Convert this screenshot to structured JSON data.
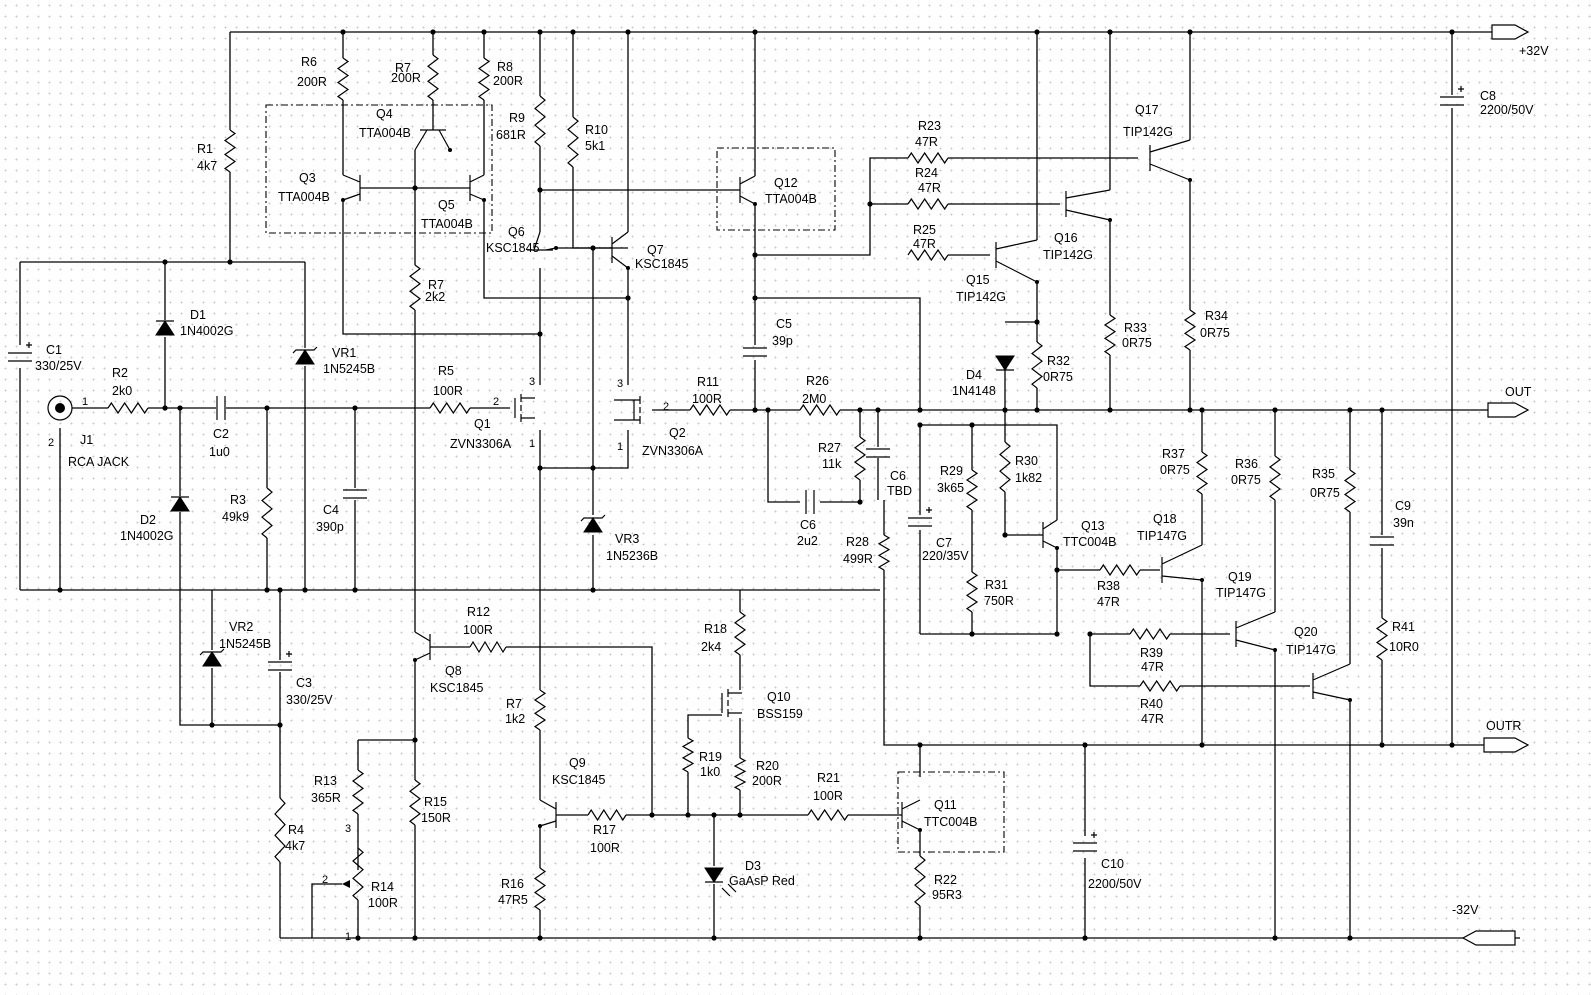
{
  "schematic": {
    "nets": {
      "vplus": "+32V",
      "vminus": "-32V",
      "out": "OUT",
      "outr": "OUTR"
    },
    "components": {
      "J1": {
        "ref": "J1",
        "value": "RCA JACK"
      },
      "R1": {
        "ref": "R1",
        "value": "4k7"
      },
      "R2": {
        "ref": "R2",
        "value": "2k0"
      },
      "R3": {
        "ref": "R3",
        "value": "49k9"
      },
      "R4": {
        "ref": "R4",
        "value": "4k7"
      },
      "R5": {
        "ref": "R5",
        "value": "100R"
      },
      "R6": {
        "ref": "R6",
        "value": "200R"
      },
      "R7a": {
        "ref": "R7",
        "value": "200R"
      },
      "R7b": {
        "ref": "R7",
        "value": "2k2"
      },
      "R7c": {
        "ref": "R7",
        "value": "1k2"
      },
      "R8": {
        "ref": "R8",
        "value": "200R"
      },
      "R9": {
        "ref": "R9",
        "value": "681R"
      },
      "R10": {
        "ref": "R10",
        "value": "5k1"
      },
      "R11": {
        "ref": "R11",
        "value": "100R"
      },
      "R12": {
        "ref": "R12",
        "value": "100R"
      },
      "R13": {
        "ref": "R13",
        "value": "365R"
      },
      "R14": {
        "ref": "R14",
        "value": "100R"
      },
      "R15": {
        "ref": "R15",
        "value": "150R"
      },
      "R16": {
        "ref": "R16",
        "value": "47R5"
      },
      "R17": {
        "ref": "R17",
        "value": "100R"
      },
      "R18": {
        "ref": "R18",
        "value": "2k4"
      },
      "R19": {
        "ref": "R19",
        "value": "1k0"
      },
      "R20": {
        "ref": "R20",
        "value": "200R"
      },
      "R21": {
        "ref": "R21",
        "value": "100R"
      },
      "R22": {
        "ref": "R22",
        "value": "95R3"
      },
      "R23": {
        "ref": "R23",
        "value": "47R"
      },
      "R24": {
        "ref": "R24",
        "value": "47R"
      },
      "R25": {
        "ref": "R25",
        "value": "47R"
      },
      "R26": {
        "ref": "R26",
        "value": "2M0"
      },
      "R27": {
        "ref": "R27",
        "value": "11k"
      },
      "R28": {
        "ref": "R28",
        "value": "499R"
      },
      "R29": {
        "ref": "R29",
        "value": "3k65"
      },
      "R30": {
        "ref": "R30",
        "value": "1k82"
      },
      "R31": {
        "ref": "R31",
        "value": "750R"
      },
      "R32": {
        "ref": "R32",
        "value": "0R75"
      },
      "R33": {
        "ref": "R33",
        "value": "0R75"
      },
      "R34": {
        "ref": "R34",
        "value": "0R75"
      },
      "R35": {
        "ref": "R35",
        "value": "0R75"
      },
      "R36": {
        "ref": "R36",
        "value": "0R75"
      },
      "R37": {
        "ref": "R37",
        "value": "0R75"
      },
      "R38": {
        "ref": "R38",
        "value": "47R"
      },
      "R39": {
        "ref": "R39",
        "value": "47R"
      },
      "R40": {
        "ref": "R40",
        "value": "47R"
      },
      "R41": {
        "ref": "R41",
        "value": "10R0"
      },
      "C1": {
        "ref": "C1",
        "value": "330/25V"
      },
      "C2": {
        "ref": "C2",
        "value": "1u0"
      },
      "C3": {
        "ref": "C3",
        "value": "330/25V"
      },
      "C4": {
        "ref": "C4",
        "value": "390p"
      },
      "C5": {
        "ref": "C5",
        "value": "39p"
      },
      "C6a": {
        "ref": "C6",
        "value": "TBD"
      },
      "C6b": {
        "ref": "C6",
        "value": "2u2"
      },
      "C7": {
        "ref": "C7",
        "value": "220/35V"
      },
      "C8": {
        "ref": "C8",
        "value": "2200/50V"
      },
      "C9": {
        "ref": "C9",
        "value": "39n"
      },
      "C10": {
        "ref": "C10",
        "value": "2200/50V"
      },
      "D1": {
        "ref": "D1",
        "value": "1N4002G"
      },
      "D2": {
        "ref": "D2",
        "value": "1N4002G"
      },
      "D3": {
        "ref": "D3",
        "value": "GaAsP Red"
      },
      "D4": {
        "ref": "D4",
        "value": "1N4148"
      },
      "VR1": {
        "ref": "VR1",
        "value": "1N5245B"
      },
      "VR2": {
        "ref": "VR2",
        "value": "1N5245B"
      },
      "VR3": {
        "ref": "VR3",
        "value": "1N5236B"
      },
      "Q1": {
        "ref": "Q1",
        "value": "ZVN3306A"
      },
      "Q2": {
        "ref": "Q2",
        "value": "ZVN3306A"
      },
      "Q3": {
        "ref": "Q3",
        "value": "TTA004B"
      },
      "Q4": {
        "ref": "Q4",
        "value": "TTA004B"
      },
      "Q5": {
        "ref": "Q5",
        "value": "TTA004B"
      },
      "Q6": {
        "ref": "Q6",
        "value": "KSC1845"
      },
      "Q7": {
        "ref": "Q7",
        "value": "KSC1845"
      },
      "Q8": {
        "ref": "Q8",
        "value": "KSC1845"
      },
      "Q9": {
        "ref": "Q9",
        "value": "KSC1845"
      },
      "Q10": {
        "ref": "Q10",
        "value": "BSS159"
      },
      "Q11": {
        "ref": "Q11",
        "value": "TTC004B"
      },
      "Q12": {
        "ref": "Q12",
        "value": "TTA004B"
      },
      "Q13": {
        "ref": "Q13",
        "value": "TTC004B"
      },
      "Q15": {
        "ref": "Q15",
        "value": "TIP142G"
      },
      "Q16": {
        "ref": "Q16",
        "value": "TIP142G"
      },
      "Q17": {
        "ref": "Q17",
        "value": "TIP142G"
      },
      "Q18": {
        "ref": "Q18",
        "value": "TIP147G"
      },
      "Q19": {
        "ref": "Q19",
        "value": "TIP147G"
      },
      "Q20": {
        "ref": "Q20",
        "value": "TIP147G"
      }
    },
    "pins": {
      "p1": "1",
      "p2": "2",
      "p3": "3"
    }
  }
}
